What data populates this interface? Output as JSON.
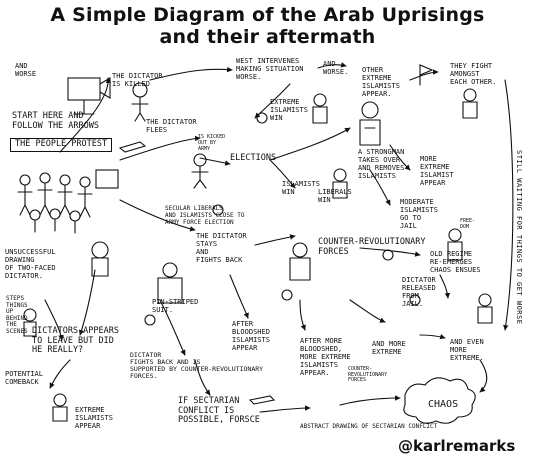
{
  "title": {
    "line1": "A Simple Diagram of the Arab Uprisings",
    "line2": "and their aftermath"
  },
  "nodes": {
    "and_worse_1": "AND\nWORSE",
    "dictator_killed": "THE DICTATOR\nIS KILLED",
    "west_intervenes": "WEST INTERVENES\nMAKING SITUATION\nWORSE.",
    "and_worse_2": "AND\nWORSE.",
    "other_extreme": "OTHER\nEXTREME\nISLAMISTS\nAPPEAR.",
    "they_fight": "THEY FIGHT\nAMONGST\nEACH OTHER.",
    "start_here": "START HERE AND\nFOLLOW THE ARROWS",
    "people_protest": "THE PEOPLE PROTEST",
    "dictator_flees": "THE DICTATOR\nFLEES",
    "dictator_flees_note": "IS KICKED\nOUT BY\nARMY",
    "extreme_islamists_1": "EXTREME\nISLAMISTS\nWIN",
    "elections": "ELECTIONS",
    "strongman": "A STRONGMAN\nTAKES OVER\nAND REMOVES\nISLAMISTS",
    "more_extreme_1": "MORE\nEXTREME\nISLAMIST\nAPPEAR",
    "islamists_win": "ISLAMISTS\nWIN",
    "liberals_win": "LIBERALS\nWIN",
    "secular_liberals": "SECULAR LIBERALS\nAND ISLAMISTS CLOSE TO\nARMY FORCE ELECTION",
    "moderate_jail": "MODERATE\nISLAMISTS\nGO TO\nJAIL",
    "dictator_stays": "THE DICTATOR\nSTAYS\nAND\nFIGHTS BACK",
    "counter_rev": "COUNTER-REVOLUTIONARY\nFORCES",
    "old_regime": "OLD REGIME\nRE-EMERGES\nCHAOS ENSUES",
    "unsuccessful": "UNSUCCESSFUL\nDRAWING\nOF TWO-FACED\nDICTATOR.",
    "dictator_released": "DICTATOR\nRELEASED\nFROM\nJAIL.",
    "pinstriped": "PIN-STRIPED\nSUIT.",
    "after_bloodshed": "AFTER\nBLOODSHED\nISLAMISTS\nAPPEAR",
    "steps_things_up": "STEPS\nTHINGS\nUP\nBEHIND\nTHE\nSCENES",
    "dictator_appears": "DICTATORS APPEARS\nTO LEAVE BUT DID\nHE REALLY?",
    "after_more": "AFTER MORE\nBLOODSHED,\nMORE EXTREME\nISLAMISTS\nAPPEAR.",
    "and_more_extreme": "AND MORE\nEXTREME",
    "and_even_more": "AND EVEN\nMORE\nEXTREME.",
    "dictator_fights_back": "DICTATOR\nFIGHTS BACK AND IS\nSUPPORTED BY COUNTER-REVOLUTIONARY\nFORCES.",
    "counter_rev_small": "COUNTER-\nREVOLUTIONARY\nFORCES",
    "potential_comeback": "POTENTIAL\nCOMEBACK",
    "extreme_islamists_2": "EXTREME\nISLAMISTS\nAPPEAR",
    "sectarian": "IF SECTARIAN\nCONFLICT IS\nPOSSIBLE, FORSCE",
    "abstract_drawing": "ABSTRACT DRAWING OF SECTARIAN CONFLICT",
    "chaos": "CHAOS",
    "still_waiting": "STILL WAITING FOR THINGS TO GET WORSE",
    "freedom_sign": "FREE-\nDOM"
  },
  "handle": "@karlremarks"
}
